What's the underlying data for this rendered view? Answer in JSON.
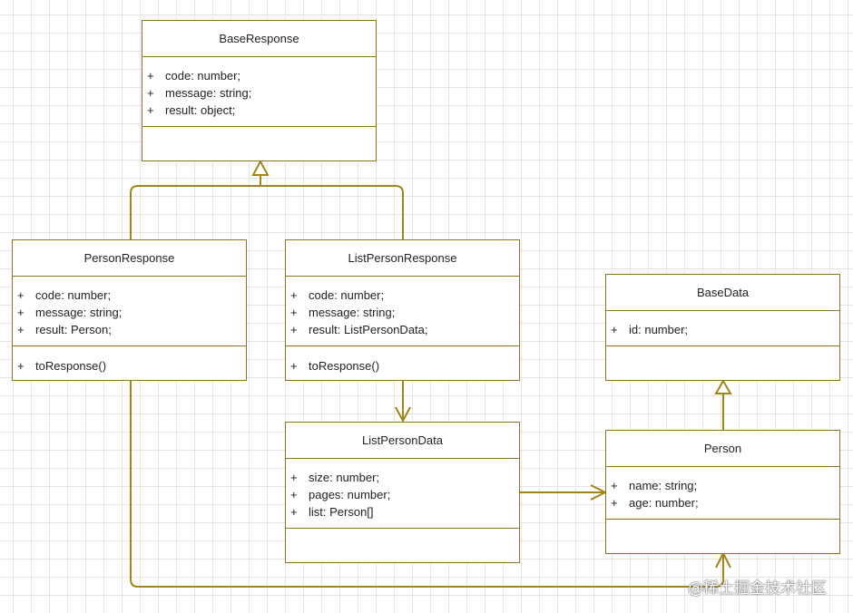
{
  "classes": {
    "base_response": {
      "name": "BaseResponse",
      "attributes": [
        {
          "vis": "+",
          "text": "code: number;"
        },
        {
          "vis": "+",
          "text": "message: string;"
        },
        {
          "vis": "+",
          "text": "result: object;"
        }
      ],
      "operations": []
    },
    "person_response": {
      "name": "PersonResponse",
      "attributes": [
        {
          "vis": "+",
          "text": "code: number;"
        },
        {
          "vis": "+",
          "text": "message: string;"
        },
        {
          "vis": "+",
          "text": "result: Person;"
        }
      ],
      "operations": [
        {
          "vis": "+",
          "text": "toResponse()"
        }
      ]
    },
    "list_person_response": {
      "name": "ListPersonResponse",
      "attributes": [
        {
          "vis": "+",
          "text": "code: number;"
        },
        {
          "vis": "+",
          "text": "message: string;"
        },
        {
          "vis": "+",
          "text": "result: ListPersonData;"
        }
      ],
      "operations": [
        {
          "vis": "+",
          "text": "toResponse()"
        }
      ]
    },
    "list_person_data": {
      "name": "ListPersonData",
      "attributes": [
        {
          "vis": "+",
          "text": "size: number;"
        },
        {
          "vis": "+",
          "text": "pages: number;"
        },
        {
          "vis": "+",
          "text": "list: Person[]"
        }
      ],
      "operations": []
    },
    "base_data": {
      "name": "BaseData",
      "attributes": [
        {
          "vis": "+",
          "text": "id: number;"
        }
      ],
      "operations": []
    },
    "person": {
      "name": "Person",
      "attributes": [
        {
          "vis": "+",
          "text": "name: string;"
        },
        {
          "vis": "+",
          "text": "age: number;"
        }
      ],
      "operations": []
    }
  },
  "relations": [
    {
      "type": "generalization",
      "from": "PersonResponse",
      "to": "BaseResponse"
    },
    {
      "type": "generalization",
      "from": "ListPersonResponse",
      "to": "BaseResponse"
    },
    {
      "type": "generalization",
      "from": "Person",
      "to": "BaseData"
    },
    {
      "type": "association",
      "from": "ListPersonResponse",
      "to": "ListPersonData"
    },
    {
      "type": "association",
      "from": "ListPersonData",
      "to": "Person"
    },
    {
      "type": "association",
      "from": "PersonResponse",
      "to": "Person"
    }
  ],
  "colors": {
    "line": "#a08619",
    "box_border": "#8c7320",
    "grid": "#e4e4e4"
  },
  "watermark": "@稀土掘金技术社区"
}
